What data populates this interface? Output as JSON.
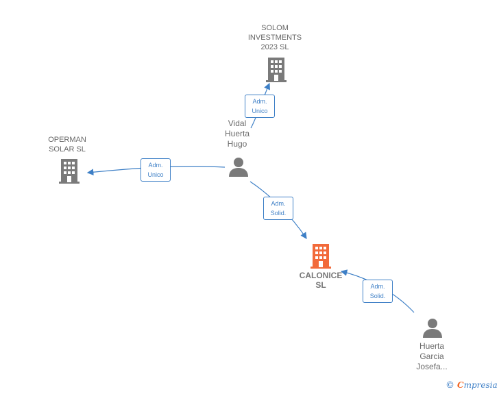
{
  "nodes": {
    "solom": {
      "label": "SOLOM\nINVESTMENTS\n2023  SL",
      "type": "company"
    },
    "operman": {
      "label": "OPERMAN\nSOLAR  SL",
      "type": "company"
    },
    "vidal": {
      "label": "Vidal\nHuerta\nHugo",
      "type": "person"
    },
    "calonice": {
      "label": "CALONICE\nSL",
      "type": "company-main"
    },
    "huerta_garcia": {
      "label": "Huerta\nGarcia\nJosefa...",
      "type": "person"
    }
  },
  "edges": {
    "vidal_solom": "Adm.\nUnico",
    "vidal_operman": "Adm.\nUnico",
    "vidal_calonice": "Adm.\nSolid.",
    "huerta_calonice": "Adm.\nSolid."
  },
  "colors": {
    "company": "#7a7a7a",
    "main_company": "#f26a3a",
    "link": "#3d7fc6"
  },
  "footer": {
    "copyright": "©",
    "brand_first": "C",
    "brand_rest": "mpresia"
  }
}
